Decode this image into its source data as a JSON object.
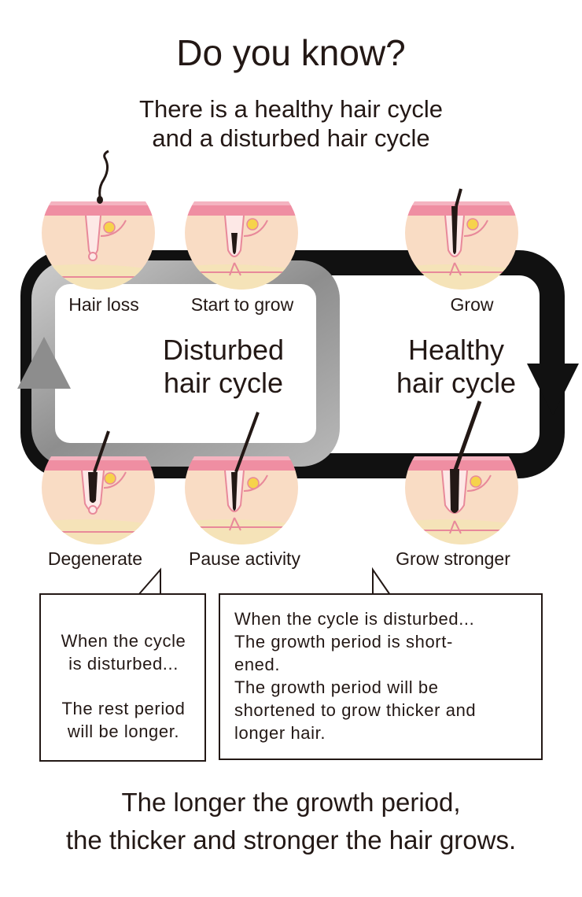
{
  "title": "Do you know?",
  "subtitle": {
    "line1": "There is a healthy hair cycle",
    "line2": "and a disturbed hair cycle"
  },
  "stages": {
    "hair_loss": "Hair loss",
    "start_to_grow": "Start to grow",
    "grow": "Grow",
    "degenerate": "Degenerate",
    "pause_activity": "Pause activity",
    "grow_stronger": "Grow stronger"
  },
  "cycles": {
    "disturbed": {
      "line1": "Disturbed",
      "line2": "hair cycle"
    },
    "healthy": {
      "line1": "Healthy",
      "line2": "hair cycle"
    }
  },
  "callout_left": {
    "line1": "When the cycle",
    "line2": "is disturbed...",
    "line3": "The rest period",
    "line4": "will be longer."
  },
  "callout_right": {
    "line1": "When the cycle is disturbed...",
    "line2": "The growth period is short-",
    "line3": "ened.",
    "line4": "The growth period will be",
    "line5": "shortened to grow thicker and",
    "line6": "longer hair."
  },
  "footer": {
    "line1": "The longer the growth period,",
    "line2": "the thicker and stronger the hair grows."
  },
  "colors": {
    "healthy_loop": "#111111",
    "disturbed_loop": "#9a9a9a",
    "skin": "#f9dcc4",
    "scalp_top": "#ef8ea2",
    "follicle": "#e8899a"
  }
}
